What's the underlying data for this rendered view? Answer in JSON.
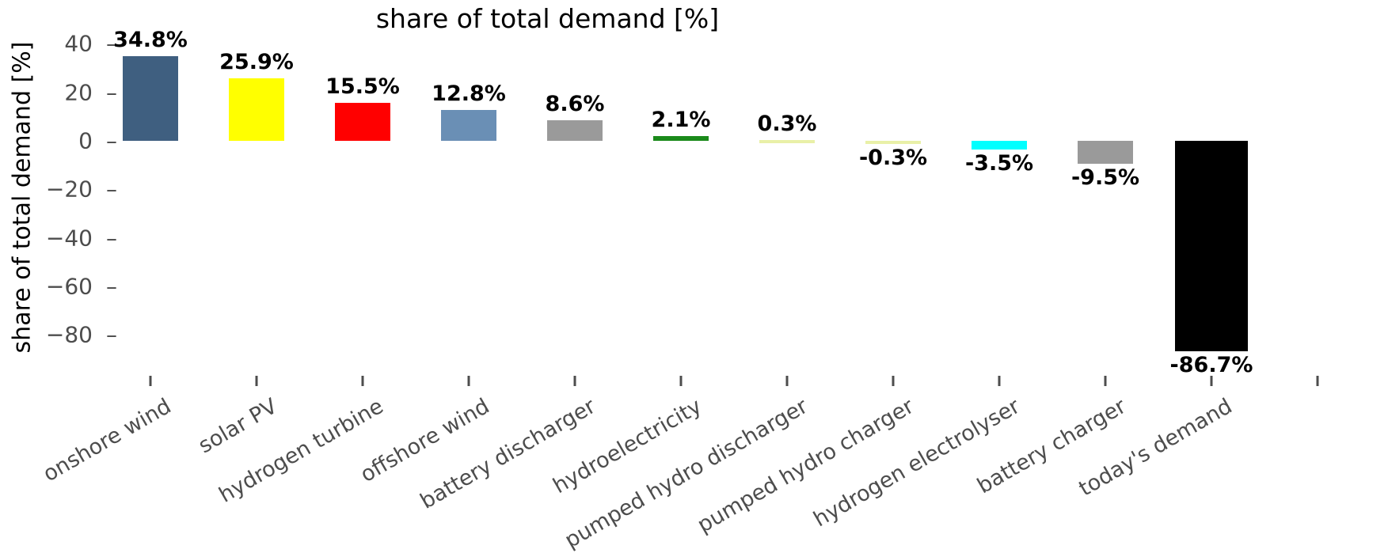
{
  "chart_data": {
    "type": "bar",
    "title": "share of total demand [%]",
    "xlabel": "",
    "ylabel": "share of total demand [%]",
    "ylim": [
      -92,
      45
    ],
    "yticks": [
      40,
      20,
      0,
      -20,
      -40,
      -60,
      -80
    ],
    "ytick_labels": [
      "40",
      "20",
      "0",
      "−20",
      "−40",
      "−60",
      "−80"
    ],
    "grid": false,
    "legend": "none",
    "categories": [
      "onshore wind",
      "solar PV",
      "hydrogen turbine",
      "offshore wind",
      "battery discharger",
      "hydroelectricity",
      "pumped hydro discharger",
      "pumped hydro charger",
      "hydrogen electrolyser",
      "battery charger",
      "today's demand"
    ],
    "values": [
      34.8,
      25.9,
      15.5,
      12.8,
      8.6,
      2.1,
      0.3,
      -0.3,
      -3.5,
      -9.5,
      -86.7
    ],
    "data_labels": [
      "34.8%",
      "25.9%",
      "15.5%",
      "12.8%",
      "8.6%",
      "2.1%",
      "0.3%",
      "-0.3%",
      "-3.5%",
      "-9.5%",
      "-86.7%"
    ],
    "bar_colors": [
      "#3f5f80",
      "#ffff00",
      "#ff0000",
      "#6a8fb5",
      "#9a9a9a",
      "#1a8a1a",
      "#e9f0a8",
      "#e9f0a8",
      "#00ffff",
      "#9a9a9a",
      "#000000"
    ],
    "bars": [
      {
        "label": "onshore wind",
        "value": 34.8,
        "text": "34.8%",
        "color": "#3f5f80",
        "slot": 0,
        "wide": false
      },
      {
        "label": "solar PV",
        "value": 25.9,
        "text": "25.9%",
        "color": "#ffff00",
        "slot": 1,
        "wide": false
      },
      {
        "label": "hydrogen turbine",
        "value": 15.5,
        "text": "15.5%",
        "color": "#ff0000",
        "slot": 2,
        "wide": false
      },
      {
        "label": "offshore wind",
        "value": 12.8,
        "text": "12.8%",
        "color": "#6a8fb5",
        "slot": 3,
        "wide": false
      },
      {
        "label": "battery discharger",
        "value": 8.6,
        "text": "8.6%",
        "color": "#9a9a9a",
        "slot": 4,
        "wide": false
      },
      {
        "label": "hydroelectricity",
        "value": 2.1,
        "text": "2.1%",
        "color": "#1a8a1a",
        "slot": 5,
        "wide": false
      },
      {
        "label": "pumped hydro discharger",
        "value": 0.3,
        "text": "0.3%",
        "color": "#e9f0a8",
        "slot": 6,
        "wide": false
      },
      {
        "label": "pumped hydro charger",
        "value": -0.3,
        "text": "-0.3%",
        "color": "#e9f0a8",
        "slot": 7,
        "wide": false
      },
      {
        "label": "hydrogen electrolyser",
        "value": -3.5,
        "text": "-3.5%",
        "color": "#00ffff",
        "slot": 8,
        "wide": false
      },
      {
        "label": "battery charger",
        "value": -9.5,
        "text": "-9.5%",
        "color": "#9a9a9a",
        "slot": 9,
        "wide": false
      },
      {
        "label": "today's demand",
        "value": -86.7,
        "text": "-86.7%",
        "color": "#000000",
        "slot": 10,
        "wide": true
      }
    ],
    "xtick_count": 12,
    "axis_text_color": "#4d4d4d",
    "label_text_color": "#000000",
    "background": "#ffffff"
  }
}
